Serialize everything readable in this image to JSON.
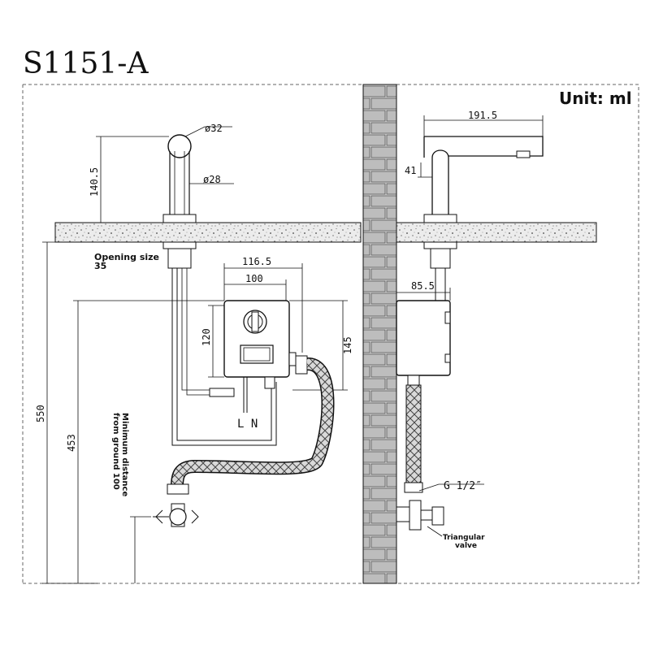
{
  "header": {
    "model": "S1151-A",
    "unit": "Unit: ml"
  },
  "front_view": {
    "dim_top_diameter": "ø32",
    "dim_stem_diameter": "ø28",
    "dim_height_above_counter": "140.5",
    "opening_size_label": "Opening size",
    "opening_size_value": "35",
    "dim_box_outer_width": "116.5",
    "dim_box_inner_width": "100",
    "dim_box_height": "120",
    "dim_box_total_height": "145",
    "power_labels": "L N",
    "dim_550": "550",
    "dim_453": "453",
    "min_distance_line1": "Minimum distance",
    "min_distance_line2": "from ground 100"
  },
  "side_view": {
    "dim_spout_length": "191.5",
    "dim_spout_thickness": "41",
    "dim_box_depth": "85.5",
    "thread_label": "G 1/2″",
    "valve_label_line1": "Triangular",
    "valve_label_line2": "valve"
  }
}
